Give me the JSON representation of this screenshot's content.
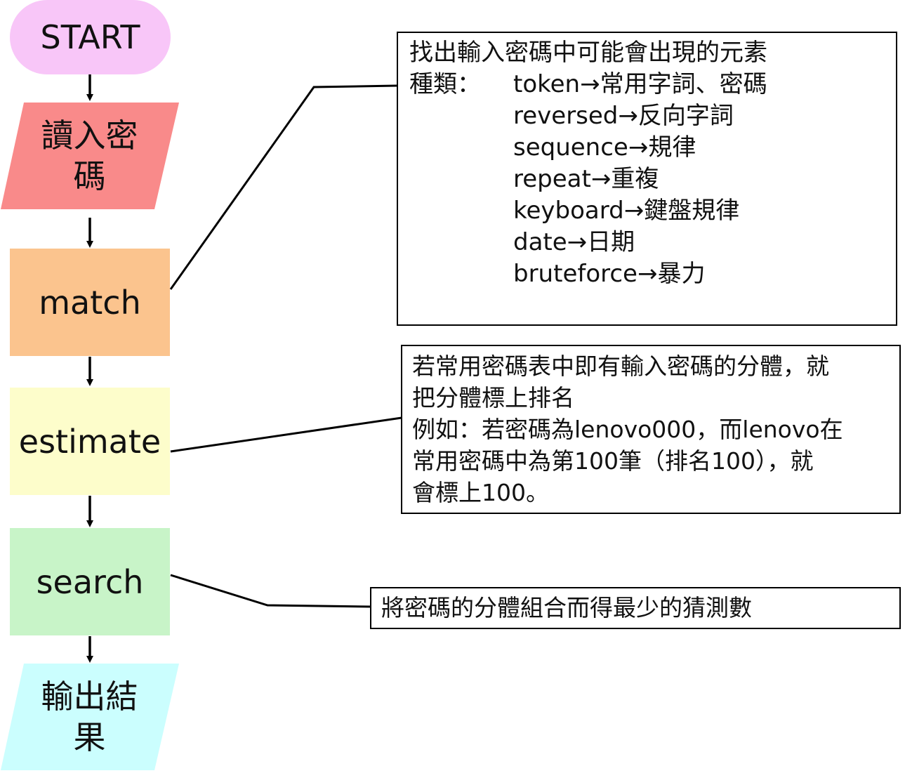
{
  "flowchart": {
    "nodes": [
      {
        "id": "start",
        "shape": "terminator",
        "label": "START",
        "color": "#f8c6f8"
      },
      {
        "id": "read",
        "shape": "parallelogram",
        "lines": [
          "讀入密",
          "碼"
        ],
        "color": "#f98a8a"
      },
      {
        "id": "match",
        "shape": "process",
        "label": "match",
        "color": "#fbc48e"
      },
      {
        "id": "estimate",
        "shape": "process",
        "label": "estimate",
        "color": "#fdfdcb"
      },
      {
        "id": "search",
        "shape": "process",
        "label": "search",
        "color": "#c8f4c8"
      },
      {
        "id": "output",
        "shape": "parallelogram",
        "lines": [
          "輸出結",
          "果"
        ],
        "color": "#cbfefe"
      }
    ],
    "edges": [
      [
        "start",
        "read"
      ],
      [
        "read",
        "match"
      ],
      [
        "match",
        "estimate"
      ],
      [
        "estimate",
        "search"
      ],
      [
        "search",
        "output"
      ]
    ]
  },
  "notes": {
    "match": {
      "title": "找出輸入密碼中可能會出現的元素",
      "types_label": "種類：",
      "types": [
        {
          "en": "token",
          "arrow": "→",
          "zh": "常用字詞、密碼"
        },
        {
          "en": "reversed",
          "arrow": "→",
          "zh": "反向字詞"
        },
        {
          "en": "sequence",
          "arrow": "→",
          "zh": "規律"
        },
        {
          "en": "repeat",
          "arrow": "→",
          "zh": "重複"
        },
        {
          "en": "keyboard",
          "arrow": "→",
          "zh": "鍵盤規律"
        },
        {
          "en": "date",
          "arrow": "→",
          "zh": "日期"
        },
        {
          "en": "bruteforce",
          "arrow": "→",
          "zh": "暴力"
        }
      ]
    },
    "estimate": {
      "lines": [
        "若常用密碼表中即有輸入密碼的分體，就",
        "把分體標上排名",
        "例如：若密碼為lenovo000，而lenovo在",
        "常用密碼中為第100筆（排名100），就",
        "會標上100。"
      ]
    },
    "search": {
      "text": "將密碼的分體組合而得最少的猜測數"
    }
  }
}
